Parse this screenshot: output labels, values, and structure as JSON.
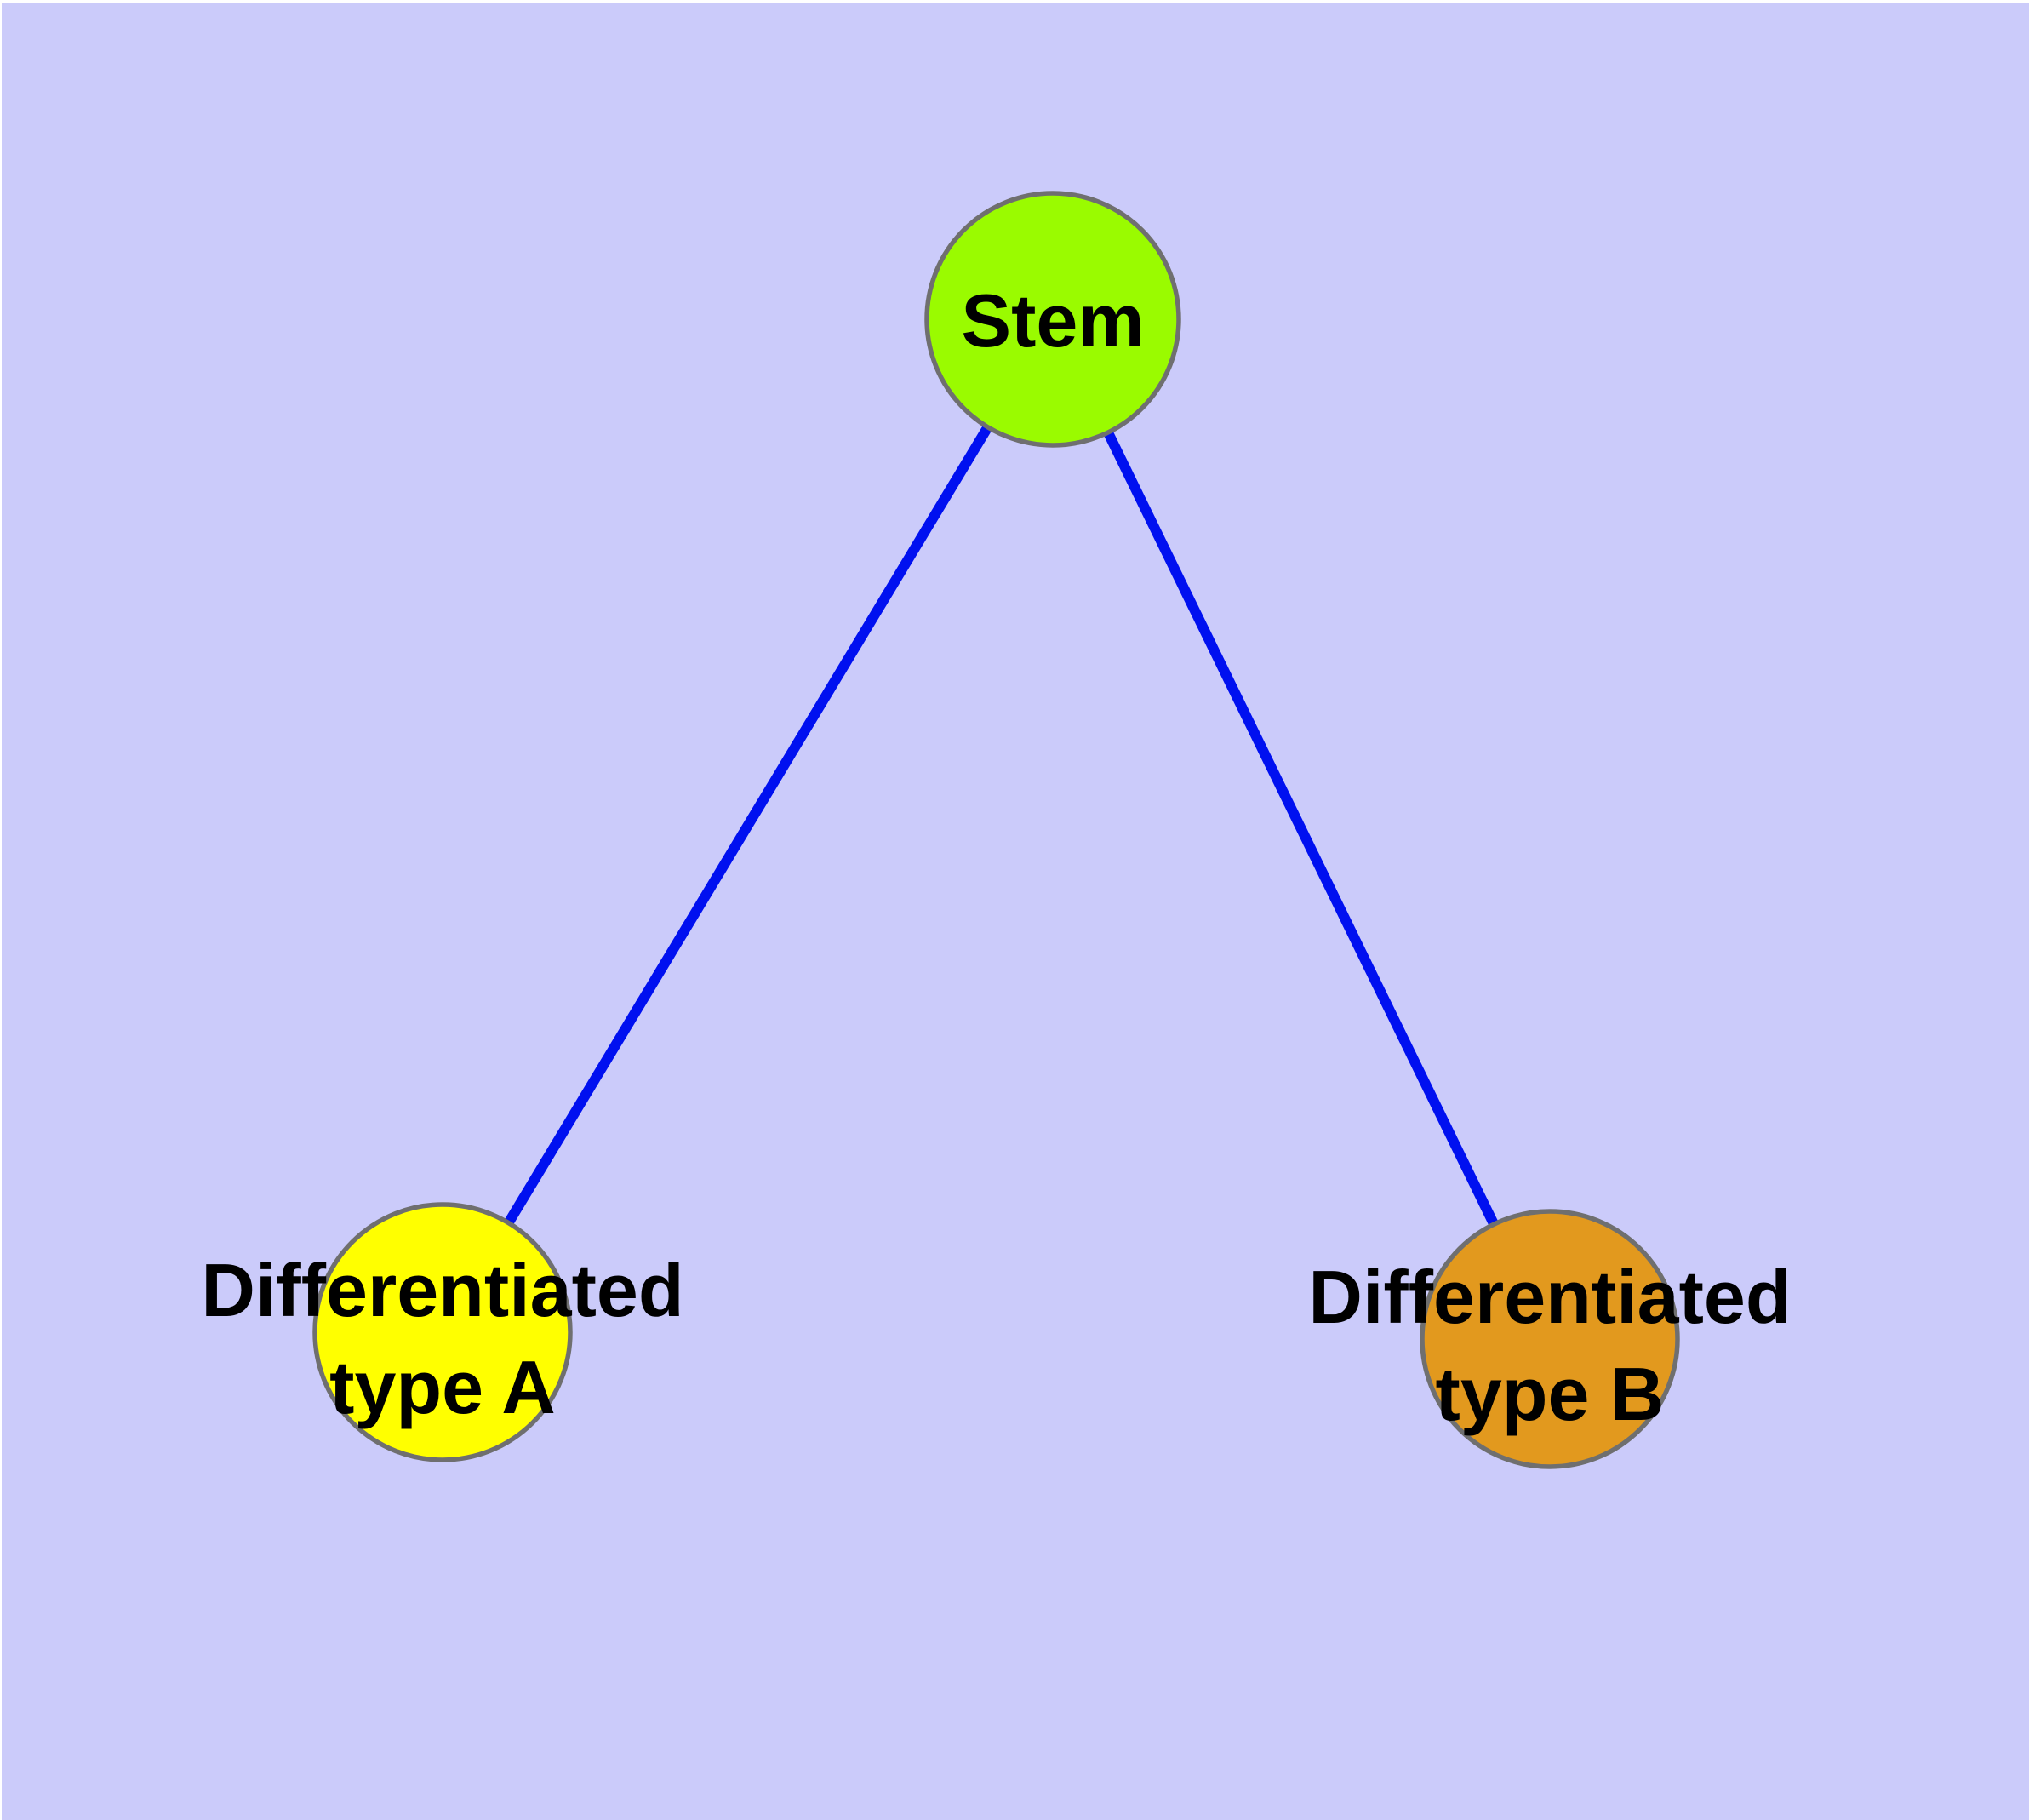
{
  "diagram": {
    "type": "node-link-graph",
    "background_color": "#CBCBFA",
    "frame_color": "#FFFFFF",
    "edge_color": "#0010F0",
    "node_border_color": "#6F6F6F",
    "label_color": "#000000",
    "nodes": [
      {
        "id": "stem",
        "label": "Stem",
        "fill": "#9AFB00"
      },
      {
        "id": "differentiated-type-a",
        "label": "Differentiated type A",
        "label_line1": "Differentiated",
        "label_line2": "type A",
        "fill": "#FFFF00"
      },
      {
        "id": "differentiated-type-b",
        "label": "Differentiated type B",
        "label_line1": "Differentiated",
        "label_line2": "type B",
        "fill": "#E2991E"
      }
    ],
    "edges": [
      {
        "from": "Stem",
        "to": "Differentiated type A"
      },
      {
        "from": "Stem",
        "to": "Differentiated type B"
      }
    ]
  }
}
